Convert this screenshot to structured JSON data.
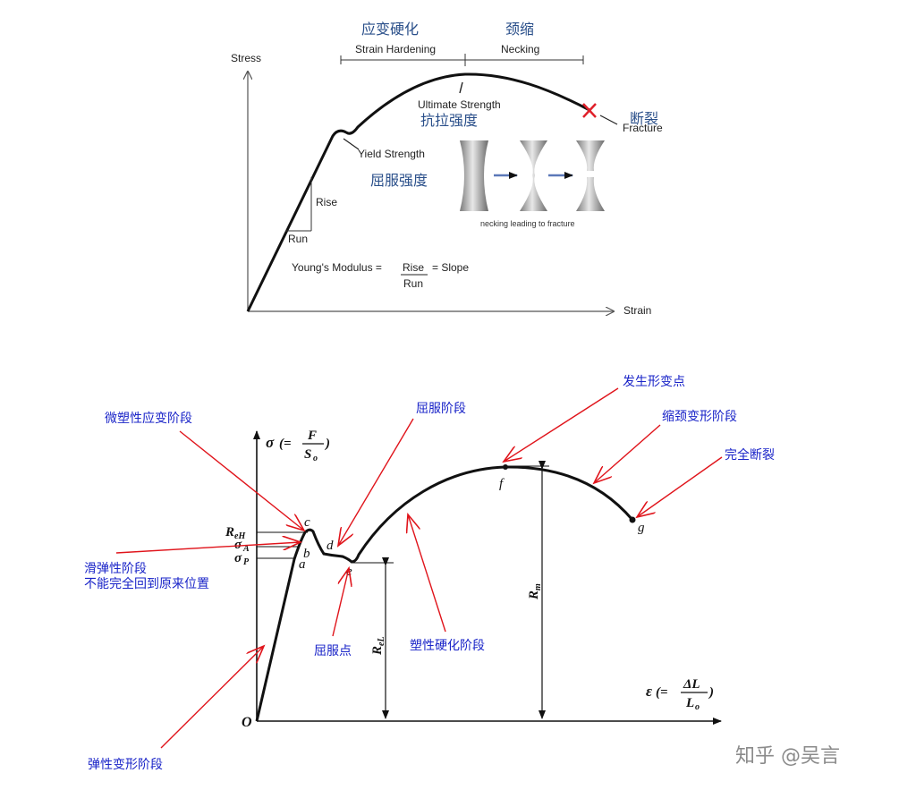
{
  "top_diagram": {
    "y_axis_label": "Stress",
    "x_axis_label": "Strain",
    "strain_hardening_cn": "应变硬化",
    "strain_hardening_en": "Strain Hardening",
    "necking_cn": "颈缩",
    "necking_en": "Necking",
    "ultimate_strength_en": "Ultimate Strength",
    "ultimate_strength_cn": "抗拉强度",
    "fracture_cn": "断裂",
    "fracture_en": "Fracture",
    "yield_strength_en": "Yield Strength",
    "yield_strength_cn": "屈服强度",
    "rise_label": "Rise",
    "run_label": "Run",
    "modulus_prefix": "Young's Modulus =",
    "modulus_numerator": "Rise",
    "modulus_denominator": "Run",
    "modulus_suffix": "= Slope",
    "necking_caption": "necking leading to fracture"
  },
  "bottom_diagram": {
    "sigma_symbol": "σ",
    "sigma_eq_open": "(=",
    "sigma_num": "F",
    "sigma_den": "S",
    "sigma_den_sub": "o",
    "sigma_close": ")",
    "eps_symbol": "ε",
    "eps_eq_open": "(=",
    "eps_num": "ΔL",
    "eps_den": "L",
    "eps_den_sub": "o",
    "eps_close": ")",
    "origin": "O",
    "R_eH": "R",
    "R_eH_sub": "eH",
    "sigma_A": "σ",
    "sigma_A_sub": "A",
    "sigma_P": "σ",
    "sigma_P_sub": "P",
    "R_eL": "R",
    "R_eL_sub": "eL",
    "R_m": "R",
    "R_m_sub": "m",
    "points": {
      "a": "a",
      "b": "b",
      "c": "c",
      "d": "d",
      "e": "e",
      "f": "f",
      "g": "g"
    },
    "annotations": {
      "micro_plastic": "微塑性应变阶段",
      "yield_stage": "屈服阶段",
      "deformation_point": "发生形变点",
      "necking_stage": "缩颈变形阶段",
      "complete_fracture": "完全断裂",
      "slip_elastic_1": "滑弹性阶段",
      "slip_elastic_2": "不能完全回到原来位置",
      "yield_point": "屈服点",
      "plastic_hardening": "塑性硬化阶段",
      "elastic_stage": "弹性变形阶段"
    },
    "colors": {
      "arrow": "#e0141b",
      "annotation": "#1a24c8"
    }
  },
  "watermark": "知乎 @吴言"
}
